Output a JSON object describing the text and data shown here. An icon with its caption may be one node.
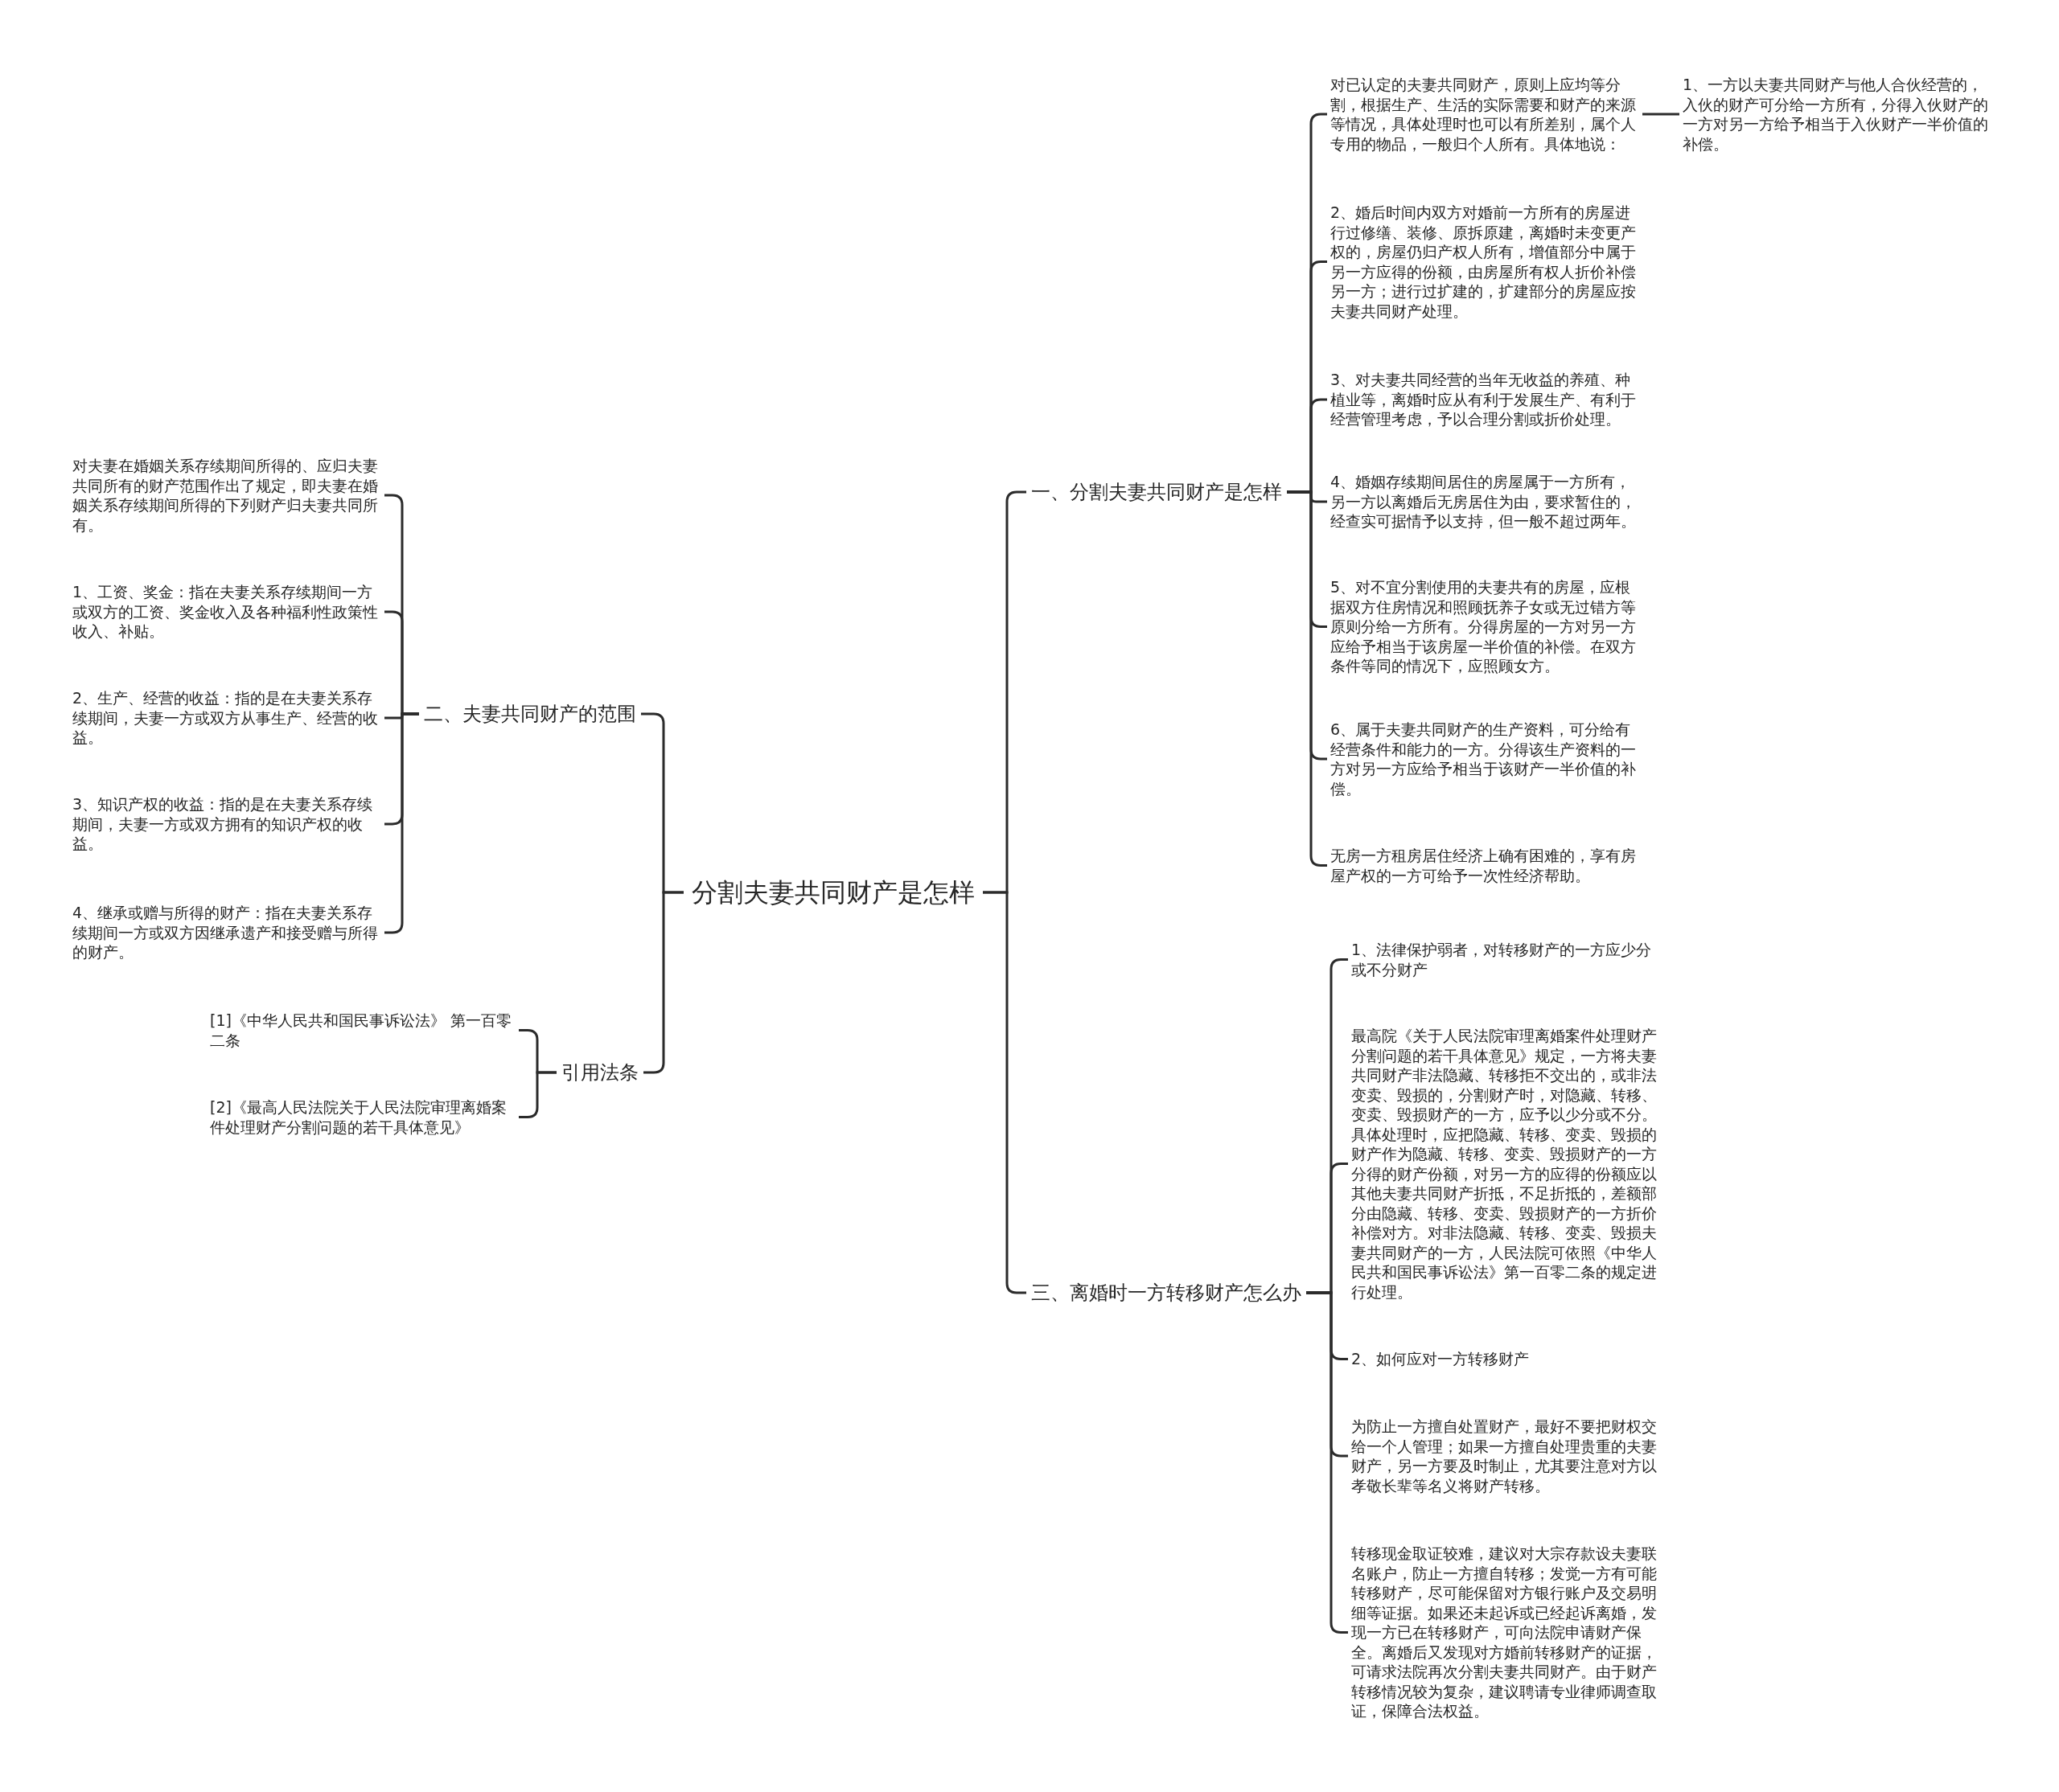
{
  "diagram": {
    "nodes": [
      {
        "text": [
          "分割夫妻共同财产是怎样"
        ]
      },
      {
        "text": [
          "一、分割夫妻共同财产是怎样"
        ]
      },
      {
        "text": [
          "对已认定的夫妻共同财产，原则上应均等分割，根据生产、生活的实际需要和财产的来源等情况，具体处理时也可以有所差别，属个人专用的物品，一般归个人所有。具体地说："
        ]
      },
      {
        "text": [
          "1、一方以夫妻共同财产与他人合伙经营的，入伙的财产可分给一方所有，分得入伙财产的一方对另一方给予相当于入伙财产一半价值的补偿。"
        ]
      },
      {
        "text": [
          "2、婚后时间内双方对婚前一方所有的房屋进行过修缮、装修、原拆原建，离婚时未变更产权的，房屋仍归产权人所有，增值部分中属于另一方应得的份额，由房屋所有权人折价补偿另一方；进行过扩建的，扩建部分的房屋应按夫妻共同财产处理。"
        ]
      },
      {
        "text": [
          "3、对夫妻共同经营的当年无收益的养殖、种植业等，离婚时应从有利于发展生产、有利于经营管理考虑，予以合理分割或折价处理。"
        ]
      },
      {
        "text": [
          "4、婚姻存续期间居住的房屋属于一方所有，另一方以离婚后无房居住为由，要求暂住的，经查实可据情予以支持，但一般不超过两年。"
        ]
      },
      {
        "text": [
          "5、对不宜分割使用的夫妻共有的房屋，应根据双方住房情况和照顾抚养子女或无过错方等原则分给一方所有。分得房屋的一方对另一方应给予相当于该房屋一半价值的补偿。在双方条件等同的情况下，应照顾女方。"
        ]
      },
      {
        "text": [
          "6、属于夫妻共同财产的生产资料，可分给有经营条件和能力的一方。分得该生产资料的一方对另一方应给予相当于该财产一半价值的补偿。"
        ]
      },
      {
        "text": [
          "无房一方租房居住经济上确有困难的，享有房屋产权的一方可给予一次性经济帮助。"
        ]
      },
      {
        "text": [
          "三、离婚时一方转移财产怎么办"
        ]
      },
      {
        "text": [
          "1、法律保护弱者，对转移财产的一方应少分或不分财产"
        ]
      },
      {
        "text": [
          "最高院《关于人民法院审理离婚案件处理财产分割问题的若干具体意见》规定，一方将夫妻共同财产非法隐藏、转移拒不交出的，或非法变卖、毁损的，分割财产时，对隐藏、转移、变卖、毁损财产的一方，应予以少分或不分。具体处理时，应把隐藏、转移、变卖、毁损的财产作为隐藏、转移、变卖、毁损财产的一方分得的财产份额，对另一方的应得的份额应以其他夫妻共同财产折抵，不足折抵的，差额部分由隐藏、转移、变卖、毁损财产的一方折价补偿对方。对非法隐藏、转移、变卖、毁损夫妻共同财产的一方，人民法院可依照《中华人民共和国民事诉讼法》第一百零二条的规定进行处理。"
        ]
      },
      {
        "text": [
          "2、如何应对一方转移财产"
        ]
      },
      {
        "text": [
          "为防止一方擅自处置财产，最好不要把财权交给一个人管理；如果一方擅自处理贵重的夫妻财产，另一方要及时制止，尤其要注意对方以孝敬长辈等名义将财产转移。"
        ]
      },
      {
        "text": [
          "转移现金取证较难，建议对大宗存款设夫妻联名账户，防止一方擅自转移；发觉一方有可能转移财产，尽可能保留对方银行账户及交易明细等证据。如果还未起诉或已经起诉离婚，发现一方已在转移财产，可向法院申请财产保全。离婚后又发现对方婚前转移财产的证据，可请求法院再次分割夫妻共同财产。由于财产转移情况较为复杂，建议聘请专业律师调查取证，保障合法权益。"
        ]
      },
      {
        "text": [
          "二、夫妻共同财产的范围"
        ]
      },
      {
        "text": [
          "对夫妻在婚姻关系存续期间所得的、应归夫妻共同所有的财产范围作出了规定，即夫妻在婚姻关系存续期间所得的下列财产归夫妻共同所有。"
        ]
      },
      {
        "text": [
          "1、工资、奖金：指在夫妻关系存续期间一方或双方的工资、奖金收入及各种福利性政策性收入、补贴。"
        ]
      },
      {
        "text": [
          "2、生产、经营的收益：指的是在夫妻关系存续期间，夫妻一方或双方从事生产、经营的收益。"
        ]
      },
      {
        "text": [
          "3、知识产权的收益：指的是在夫妻关系存续期间，夫妻一方或双方拥有的知识产权的收益。"
        ]
      },
      {
        "text": [
          "4、继承或赠与所得的财产：指在夫妻关系存续期间一方或双方因继承遗产和接受赠与所得的财产。"
        ]
      },
      {
        "text": [
          "引用法条"
        ]
      },
      {
        "text": [
          "[1]《中华人民共和国民事诉讼法》 第一百零二条"
        ]
      },
      {
        "text": [
          "[2]《最高人民法院关于人民法院审理离婚案件处理财产分割问题的若干具体意见》"
        ]
      }
    ],
    "edges": [
      {
        "from": 0,
        "to": 1,
        "arrow": "none"
      },
      {
        "from": 1,
        "to": 2,
        "arrow": "none"
      },
      {
        "from": 2,
        "to": 3,
        "arrow": "none"
      },
      {
        "from": 1,
        "to": 4,
        "arrow": "none"
      },
      {
        "from": 1,
        "to": 5,
        "arrow": "none"
      },
      {
        "from": 1,
        "to": 6,
        "arrow": "none"
      },
      {
        "from": 1,
        "to": 7,
        "arrow": "none"
      },
      {
        "from": 1,
        "to": 8,
        "arrow": "none"
      },
      {
        "from": 1,
        "to": 9,
        "arrow": "none"
      },
      {
        "from": 0,
        "to": 10,
        "arrow": "none"
      },
      {
        "from": 10,
        "to": 11,
        "arrow": "none"
      },
      {
        "from": 10,
        "to": 12,
        "arrow": "none"
      },
      {
        "from": 10,
        "to": 13,
        "arrow": "none"
      },
      {
        "from": 10,
        "to": 14,
        "arrow": "none"
      },
      {
        "from": 10,
        "to": 15,
        "arrow": "none"
      },
      {
        "from": 0,
        "to": 16,
        "arrow": "none"
      },
      {
        "from": 16,
        "to": 17,
        "arrow": "none"
      },
      {
        "from": 16,
        "to": 18,
        "arrow": "none"
      },
      {
        "from": 16,
        "to": 19,
        "arrow": "none"
      },
      {
        "from": 16,
        "to": 20,
        "arrow": "none"
      },
      {
        "from": 16,
        "to": 21,
        "arrow": "none"
      },
      {
        "from": 0,
        "to": 22,
        "arrow": "none"
      },
      {
        "from": 22,
        "to": 23,
        "arrow": "none"
      },
      {
        "from": 22,
        "to": 24,
        "arrow": "none"
      }
    ]
  }
}
